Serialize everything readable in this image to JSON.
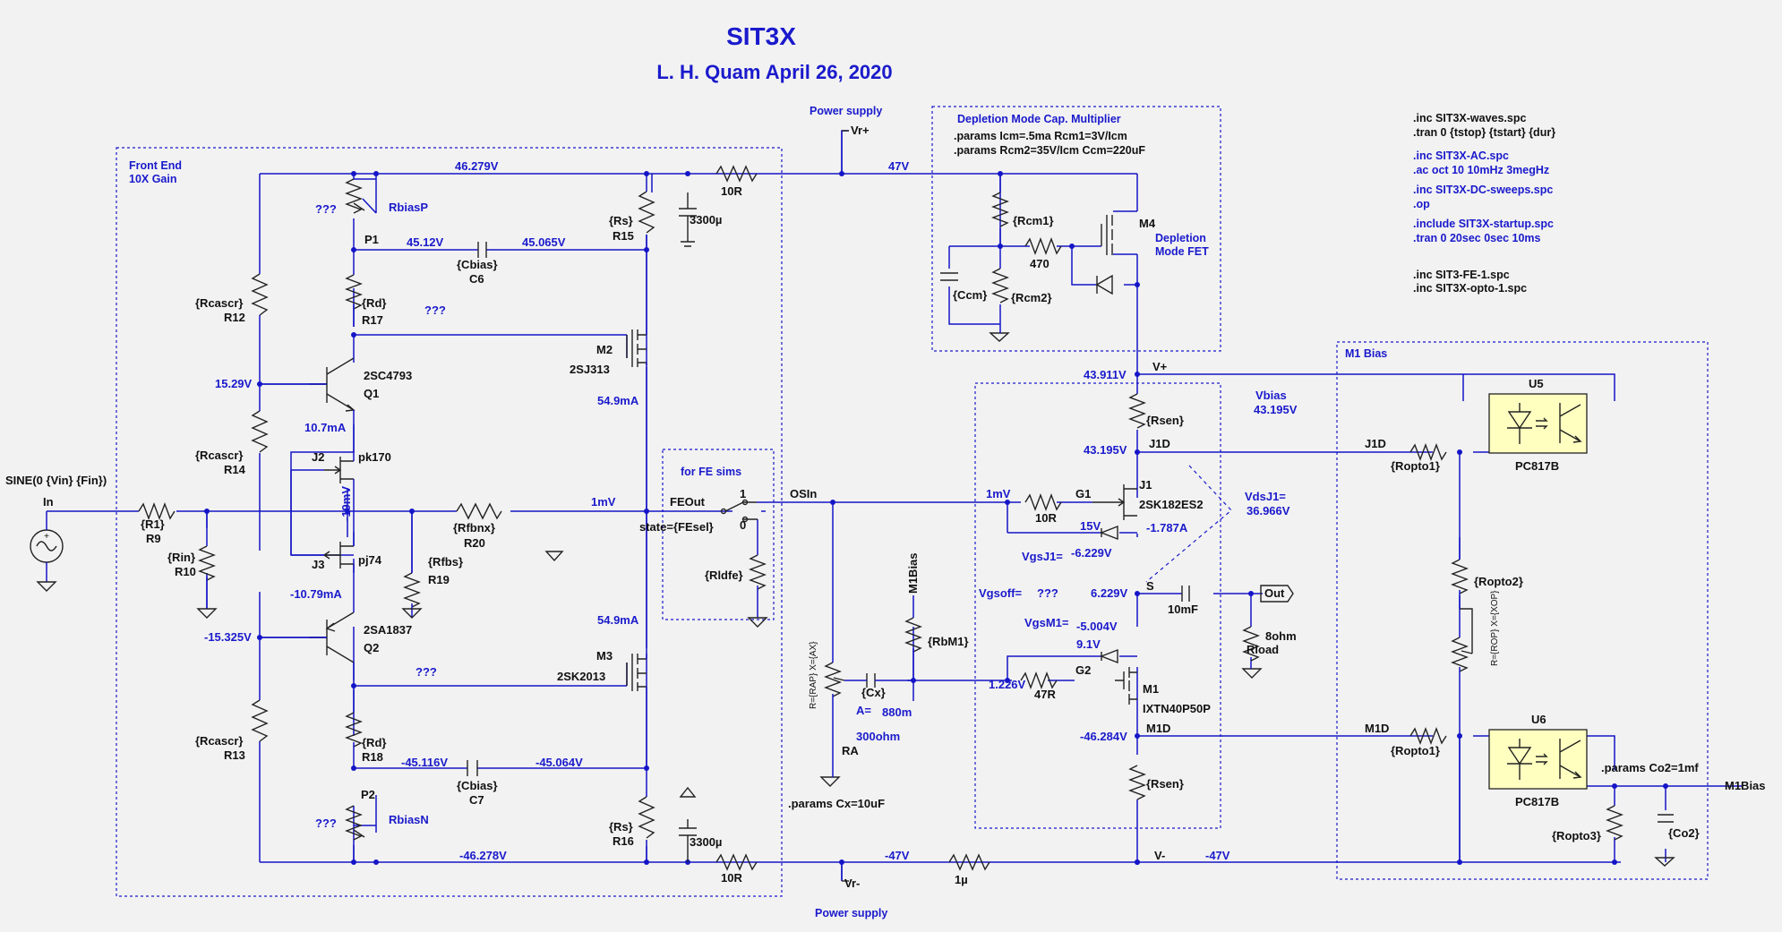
{
  "title": "SIT3X",
  "author_date": "L. H. Quam   April 26, 2020",
  "blocks": {
    "front_end": [
      "Front End",
      "10X Gain"
    ],
    "cap_mult": "Depletion Mode Cap. Multiplier",
    "cap_mult_params": [
      ".params Icm=.5ma Rcm1=3V/Icm",
      ".params Rcm2=35V/Icm Ccm=220uF"
    ],
    "fe_sims": "for FE sims",
    "m1_bias": "M1 Bias",
    "depletion_fet": [
      "Depletion",
      "Mode FET"
    ]
  },
  "spice_directives": [
    [
      ".inc SIT3X-waves.spc",
      ".tran 0 {tstop} {tstart} {dur}"
    ],
    [
      ".inc SIT3X-AC.spc",
      ".ac oct 10 10mHz 3megHz"
    ],
    [
      ".inc SIT3X-DC-sweeps.spc",
      ".op"
    ],
    [
      ".include SIT3X-startup.spc",
      ".tran 0 20sec 0sec 10ms"
    ],
    [
      ".inc SIT3-FE-1.spc",
      ".inc SIT3X-opto-1.spc"
    ]
  ],
  "power": {
    "top": "Power supply",
    "bottom": "Power supply",
    "vr_plus": "Vr+",
    "vr_minus": "Vr-"
  },
  "source": {
    "spec": "SINE(0 {Vin} {Fin})",
    "net": "In"
  },
  "components": {
    "R9": [
      "{R1}",
      "R9"
    ],
    "R10": [
      "{Rin}",
      "R10"
    ],
    "R12": [
      "{Rcascr}",
      "R12"
    ],
    "R14": [
      "{Rcascr}",
      "R14"
    ],
    "R13": [
      "{Rcascr}",
      "R13"
    ],
    "R17": [
      "{Rd}",
      "R17"
    ],
    "R18": [
      "{Rd}",
      "R18"
    ],
    "R15": [
      "{Rs}",
      "R15"
    ],
    "R16": [
      "{Rs}",
      "R16"
    ],
    "R20": [
      "{Rfbnx}",
      "R20"
    ],
    "R19": [
      "{Rfbs}",
      "R19"
    ],
    "C6": [
      "{Cbias}",
      "C6"
    ],
    "C7": [
      "{Cbias}",
      "C7"
    ],
    "P1": "P1",
    "P2": "P2",
    "RbiasP": "RbiasP",
    "RbiasN": "RbiasN",
    "Q1": [
      "2SC4793",
      "Q1"
    ],
    "Q2": [
      "2SA1837",
      "Q2"
    ],
    "J2": [
      "J2",
      "pk170"
    ],
    "J3": [
      "J3",
      "pj74"
    ],
    "M2": [
      "M2",
      "2SJ313"
    ],
    "M3": [
      "M3",
      "2SK2013"
    ],
    "cap_top": "3300µ",
    "cap_bot": "3300µ",
    "r_top": "10R",
    "r_bot": "10R",
    "Rldfe": "{Rldfe}",
    "sw_state": "state={FEsel}",
    "RA": [
      "{Cx}",
      "RA"
    ],
    "RbM1": "{RbM1}",
    "M1Bias_net": "M1Bias",
    "pot_expr_RA": "R={RAP} X={AX}",
    "Rcm1": "{Rcm1}",
    "Rcm2": "{Rcm2}",
    "Ccm": "{Ccm}",
    "r470": "470",
    "M4": "M4",
    "Rsen_top": "{Rsen}",
    "Rsen_bot": "{Rsen}",
    "J1": [
      "J1",
      "2SK182ES2"
    ],
    "M1": [
      "M1",
      "IXTN40P50P"
    ],
    "r10R_g1": "10R",
    "r47R": "47R",
    "G1": "G1",
    "G2": "G2",
    "z15V": "15V",
    "z91V": "9.1V",
    "cap_out": "10mF",
    "Rload": "Rload",
    "out": "Out",
    "ohm8": "8ohm",
    "U5": "U5",
    "U6": "U6",
    "opto_part": "PC817B",
    "Ropto1_a": "{Ropto1}",
    "Ropto1_b": "{Ropto1}",
    "Ropto2": "{Ropto2}",
    "Ropto3": "{Ropto3}",
    "Co2": "{Co2}",
    "pot_expr_rop": "R={ROP} X={XOP}",
    "params_co2": ".params Co2=1mf",
    "params_cx": ".params Cx=10uF",
    "ohm300": "300ohm"
  },
  "nets": {
    "FEOut": "FEOut",
    "OSIn": "OSIn",
    "V+": "V+",
    "V-": "V-",
    "J1D": "J1D",
    "J1D_r": "J1D",
    "M1D": "M1D",
    "M1D_r": "M1D",
    "S": "S",
    "M1Bias_out": "M1Bias",
    "sw1": "1",
    "sw0": "0"
  },
  "readouts": {
    "v46279": "46.279V",
    "v47": "47V",
    "v4512": "45.12V",
    "v45065": "45.065V",
    "v1529": "15.29V",
    "i107": "10.7mA",
    "v19m": "-19mV",
    "v1m": "1mV",
    "i1079": "-10.79mA",
    "v15325": "-15.325V",
    "i549a": "54.9mA",
    "i549b": "54.9mA",
    "v45116": "-45.116V",
    "v45064": "-45.064V",
    "v46278": "-46.278V",
    "vm47a": "-47V",
    "vm47b": "-47V",
    "r1u": "1µ",
    "q1": "???",
    "q2": "???",
    "q3": "???",
    "q4": "???",
    "v43911": "43.911V",
    "v43195": "43.195V",
    "vbias": [
      "Vbias",
      "43.195V"
    ],
    "v1mj": "1mV",
    "i1787": "-1.787A",
    "vgsj1": "VgsJ1=",
    "vgsj1v": "-6.229V",
    "vdsj1": [
      "VdsJ1=",
      "36.966V"
    ],
    "vgsoff": "Vgsoff=",
    "vgsoffv": "???",
    "v6229": "6.229V",
    "vgsm1": "VgsM1=",
    "vgsm1v": "-5.004V",
    "v1226": "1.226V",
    "v46284": "-46.284V",
    "ra_a": "A=",
    "ra_av": "880m"
  }
}
